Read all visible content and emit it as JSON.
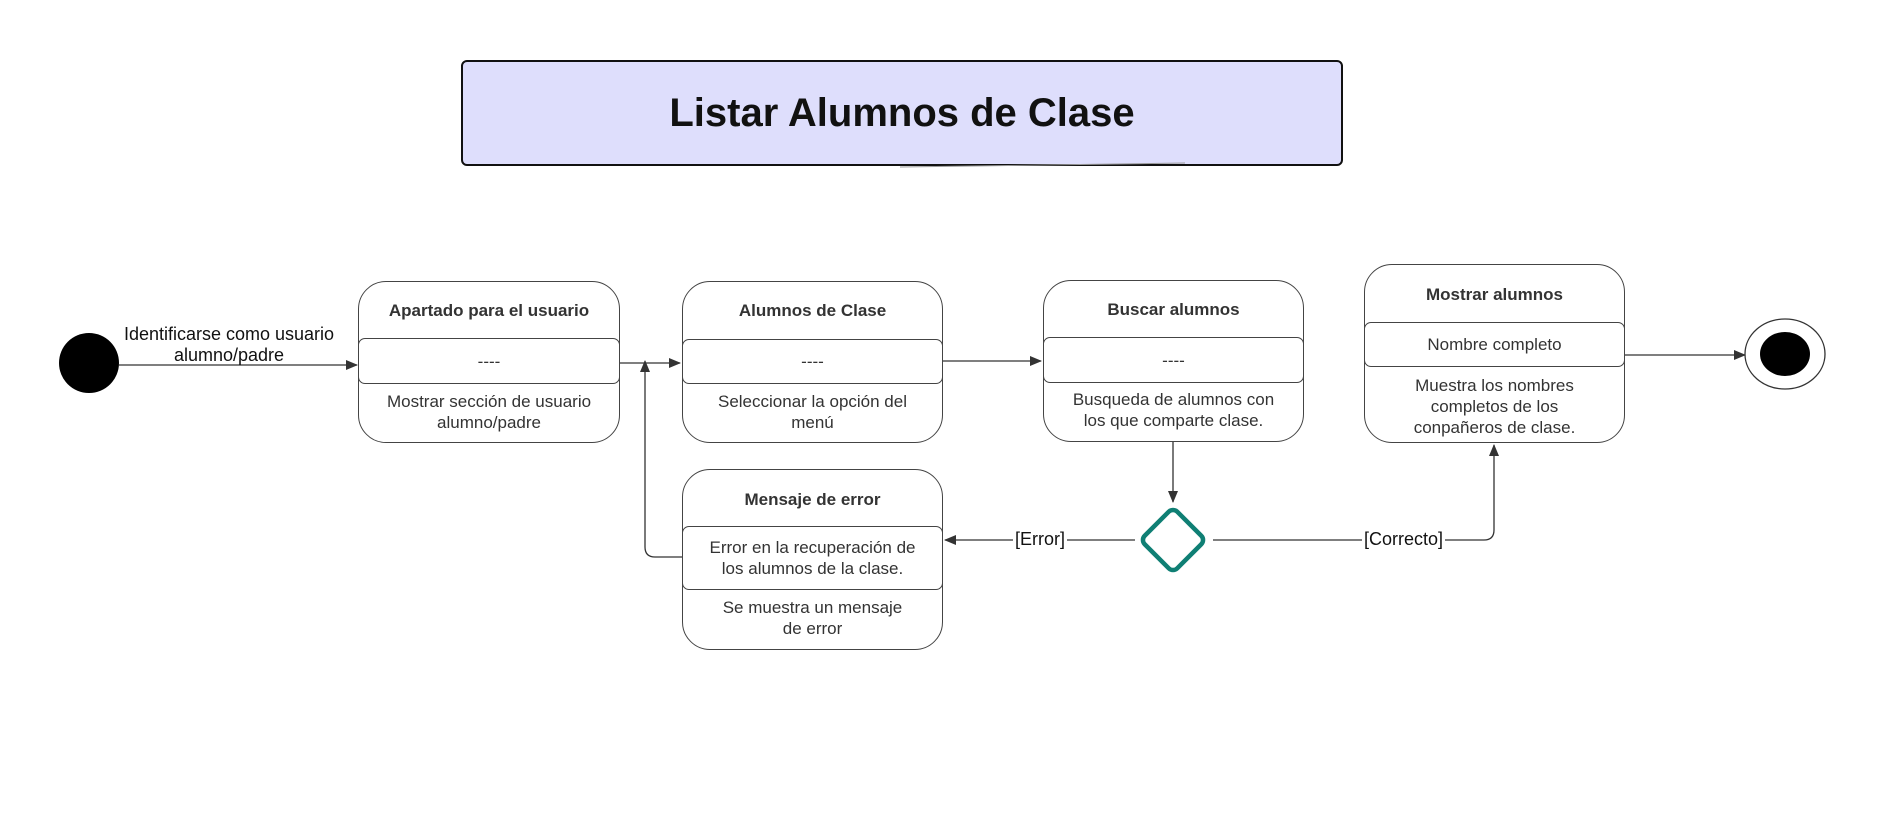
{
  "title": "Listar Alumnos de Clase",
  "start_label": {
    "line1": "Identificarse como usuario",
    "line2": "alumno/padre"
  },
  "states": {
    "apartado": {
      "name": "Apartado para el usuario",
      "middle": "----",
      "bottom_1": "Mostrar sección de usuario",
      "bottom_2": "alumno/padre"
    },
    "alumnos": {
      "name": "Alumnos de Clase",
      "middle": "----",
      "bottom_1": "Seleccionar la opción del",
      "bottom_2": "menú"
    },
    "buscar": {
      "name": "Buscar alumnos",
      "middle": "----",
      "bottom_1": "Busqueda de alumnos con",
      "bottom_2": "los que comparte clase."
    },
    "mostrar": {
      "name": "Mostrar alumnos",
      "middle": "Nombre completo",
      "bottom_1": "Muestra los nombres",
      "bottom_2": "completos de los",
      "bottom_3": "conpañeros de clase."
    },
    "error": {
      "name": "Mensaje de error",
      "middle_1": "Error en la recuperación de",
      "middle_2": "los alumnos de la clase.",
      "bottom_1": "Se muestra un mensaje",
      "bottom_2": "de error"
    }
  },
  "guards": {
    "error": "[Error]",
    "correct": "[Correcto]"
  },
  "colors": {
    "title_fill": "#dedefc",
    "decision_stroke": "#0f7f74",
    "node_fill": "#000000"
  }
}
